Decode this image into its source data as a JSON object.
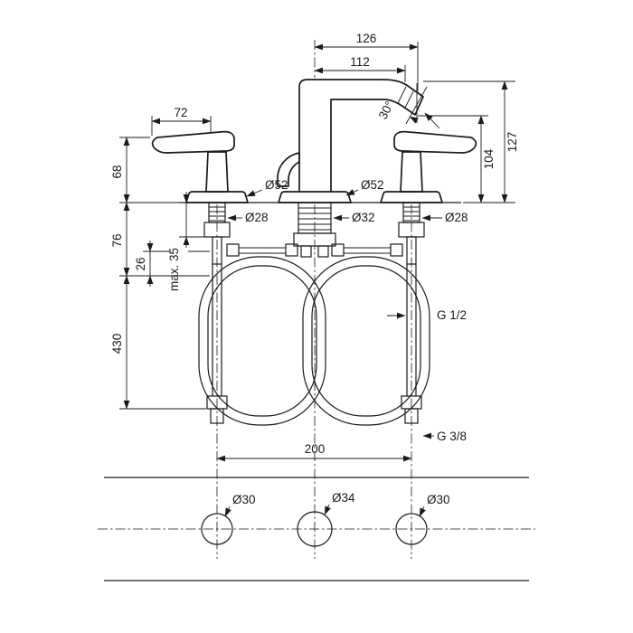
{
  "colors": {
    "background": "#ffffff",
    "line": "#1a1a1a"
  },
  "labels": {
    "dim_126": "126",
    "dim_112": "112",
    "dim_72": "72",
    "angle_30": "30°",
    "dim_127": "127",
    "dim_104": "104",
    "dim_68": "68",
    "dia_52_left": "Ø52",
    "dia_52_center": "Ø52",
    "dia_28_left": "Ø28",
    "dia_32_center": "Ø32",
    "dia_28_right": "Ø28",
    "dim_76": "76",
    "dim_26": "26",
    "dim_max35": "max. 35",
    "dim_430": "430",
    "thread_g12": "G 1/2",
    "thread_g38": "G 3/8",
    "dim_200": "200",
    "dia_30_left": "Ø30",
    "dia_34_center": "Ø34",
    "dia_30_right": "Ø30"
  }
}
